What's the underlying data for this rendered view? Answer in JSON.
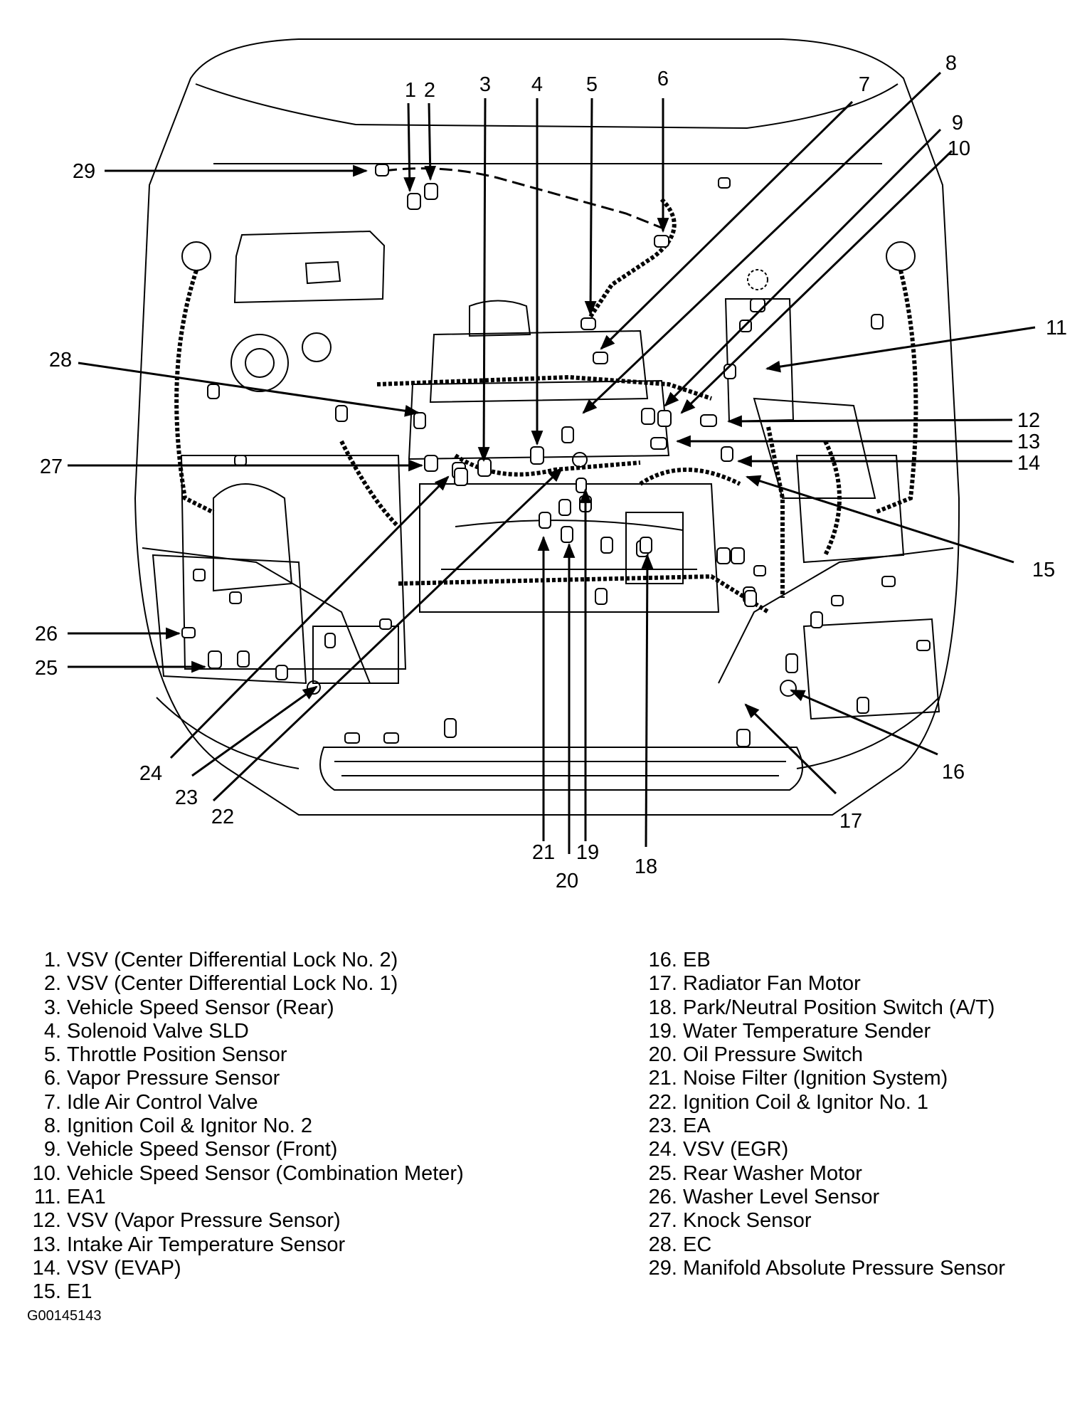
{
  "figure_id": "G00145143",
  "callouts": [
    "1",
    "2",
    "3",
    "4",
    "5",
    "6",
    "7",
    "8",
    "9",
    "10",
    "11",
    "12",
    "13",
    "14",
    "15",
    "16",
    "17",
    "18",
    "19",
    "20",
    "21",
    "22",
    "23",
    "24",
    "25",
    "26",
    "27",
    "28",
    "29"
  ],
  "legend": [
    {
      "num": "1.",
      "label": "VSV (Center Differential Lock No. 2)"
    },
    {
      "num": "2.",
      "label": "VSV (Center Differential Lock No. 1)"
    },
    {
      "num": "3.",
      "label": "Vehicle Speed Sensor (Rear)"
    },
    {
      "num": "4.",
      "label": "Solenoid Valve SLD"
    },
    {
      "num": "5.",
      "label": "Throttle Position Sensor"
    },
    {
      "num": "6.",
      "label": "Vapor Pressure Sensor"
    },
    {
      "num": "7.",
      "label": "Idle Air Control Valve"
    },
    {
      "num": "8.",
      "label": "Ignition Coil & Ignitor No. 2"
    },
    {
      "num": "9.",
      "label": "Vehicle Speed Sensor (Front)"
    },
    {
      "num": "10.",
      "label": "Vehicle Speed Sensor (Combination Meter)"
    },
    {
      "num": "11.",
      "label": "EA1"
    },
    {
      "num": "12.",
      "label": "VSV (Vapor Pressure Sensor)"
    },
    {
      "num": "13.",
      "label": "Intake Air Temperature Sensor"
    },
    {
      "num": "14.",
      "label": "VSV (EVAP)"
    },
    {
      "num": "15.",
      "label": "E1"
    },
    {
      "num": "16.",
      "label": "EB"
    },
    {
      "num": "17.",
      "label": "Radiator Fan Motor"
    },
    {
      "num": "18.",
      "label": "Park/Neutral Position Switch (A/T)"
    },
    {
      "num": "19.",
      "label": "Water Temperature Sender"
    },
    {
      "num": "20.",
      "label": "Oil Pressure Switch"
    },
    {
      "num": "21.",
      "label": "Noise Filter (Ignition System)"
    },
    {
      "num": "22.",
      "label": "Ignition Coil & Ignitor No. 1"
    },
    {
      "num": "23.",
      "label": "EA"
    },
    {
      "num": "24.",
      "label": "VSV (EGR)"
    },
    {
      "num": "25.",
      "label": "Rear Washer Motor"
    },
    {
      "num": "26.",
      "label": "Washer Level Sensor"
    },
    {
      "num": "27.",
      "label": "Knock Sensor"
    },
    {
      "num": "28.",
      "label": "EC"
    },
    {
      "num": "29.",
      "label": "Manifold Absolute Pressure Sensor"
    }
  ]
}
